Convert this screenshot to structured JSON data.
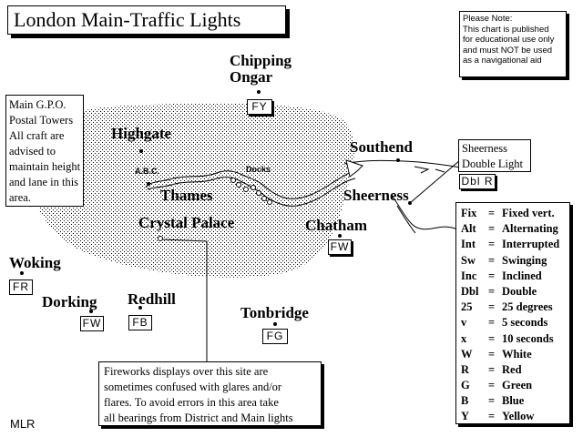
{
  "title": "London Main-Traffic Lights",
  "note": {
    "lines": [
      "Please Note:",
      "This chart is published",
      "for educational use only",
      "and must NOT be used",
      "as a navigational aid"
    ]
  },
  "gpo_note": {
    "lines": [
      "Main G.P.O.",
      "Postal Towers",
      "All craft are",
      "advised to",
      "maintain height",
      "and lane in this",
      "area."
    ]
  },
  "sheerness_note": {
    "lines": [
      "Sheerness",
      "Double Light"
    ],
    "code": "Dbl R"
  },
  "fireworks_note": {
    "lines": [
      "Fireworks displays over this site are",
      "sometimes confused with glares and/or",
      "flares.  To avoid errors in this area take",
      "all bearings from District and Main lights"
    ]
  },
  "places": {
    "chipping_ongar": {
      "line1": "Chipping",
      "line2": "Ongar",
      "code": "FY"
    },
    "highgate": {
      "name": "Highgate"
    },
    "abc": {
      "name": "A.B.C."
    },
    "docks": {
      "name": "Docks"
    },
    "thames": {
      "name": "Thames"
    },
    "crystal_palace": {
      "name": "Crystal Palace"
    },
    "southend": {
      "name": "Southend"
    },
    "sheerness": {
      "name": "Sheerness"
    },
    "chatham": {
      "name": "Chatham",
      "code": "FW"
    },
    "woking": {
      "name": "Woking",
      "code": "FR"
    },
    "dorking": {
      "name": "Dorking",
      "code": "FW"
    },
    "redhill": {
      "name": "Redhill",
      "code": "FB"
    },
    "tonbridge": {
      "name": "Tonbridge",
      "code": "FG"
    }
  },
  "legend": [
    {
      "code": "Fix",
      "eq": "=",
      "desc": "Fixed vert."
    },
    {
      "code": "Alt",
      "eq": "=",
      "desc": "Alternating"
    },
    {
      "code": "Int",
      "eq": "=",
      "desc": "Interrupted"
    },
    {
      "code": "Sw",
      "eq": "=",
      "desc": "Swinging"
    },
    {
      "code": "Inc",
      "eq": "=",
      "desc": "Inclined"
    },
    {
      "code": "Dbl",
      "eq": "=",
      "desc": "Double"
    },
    {
      "code": "25",
      "eq": "=",
      "desc": "25 degrees"
    },
    {
      "code": "v",
      "eq": "=",
      "desc": "5 seconds"
    },
    {
      "code": "x",
      "eq": "=",
      "desc": "10 seconds"
    },
    {
      "code": "W",
      "eq": "=",
      "desc": "White"
    },
    {
      "code": "R",
      "eq": "=",
      "desc": "Red"
    },
    {
      "code": "G",
      "eq": "=",
      "desc": "Green"
    },
    {
      "code": "B",
      "eq": "=",
      "desc": "Blue"
    },
    {
      "code": "Y",
      "eq": "=",
      "desc": "Yellow"
    }
  ],
  "author": "MLR"
}
